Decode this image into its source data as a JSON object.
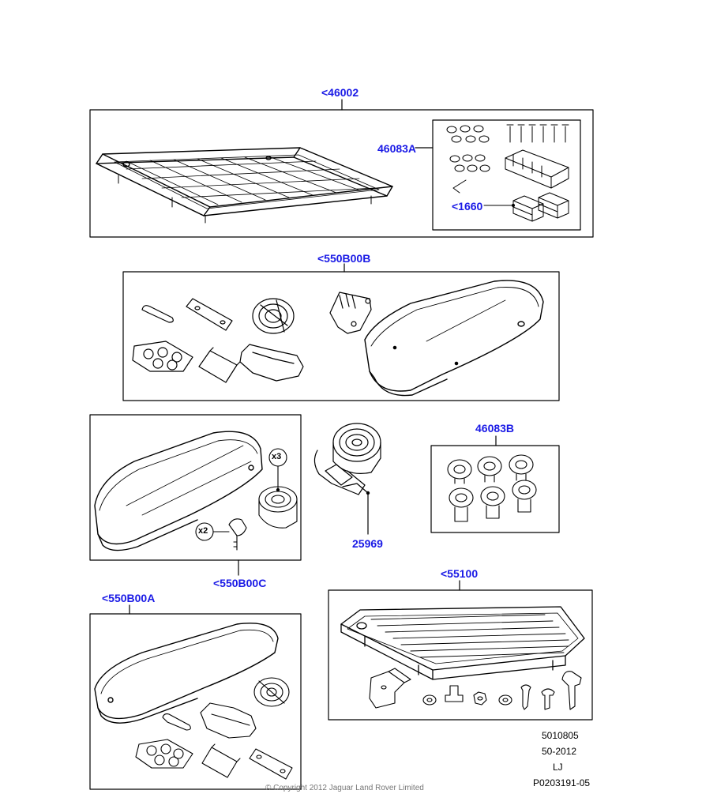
{
  "callouts": {
    "roof_rack": "<46002",
    "fitting_kit": "46083A",
    "pads": "<1660",
    "roof_box_b": "<550B00B",
    "roof_box_c": "<550B00C",
    "strap": "25969",
    "suction_cups": "46083B",
    "roof_box_a": "<550B00A",
    "platform": "<55100"
  },
  "multipliers": {
    "straps": "x3",
    "keys": "x2"
  },
  "meta": {
    "line1": "5010805",
    "line2": "50-2012",
    "line3": "LJ",
    "line4": "P0203191-05",
    "copyright": "© Copyright 2012 Jaguar Land Rover Limited"
  },
  "colors": {
    "callout": "#1a1ae6",
    "line": "#000000"
  }
}
